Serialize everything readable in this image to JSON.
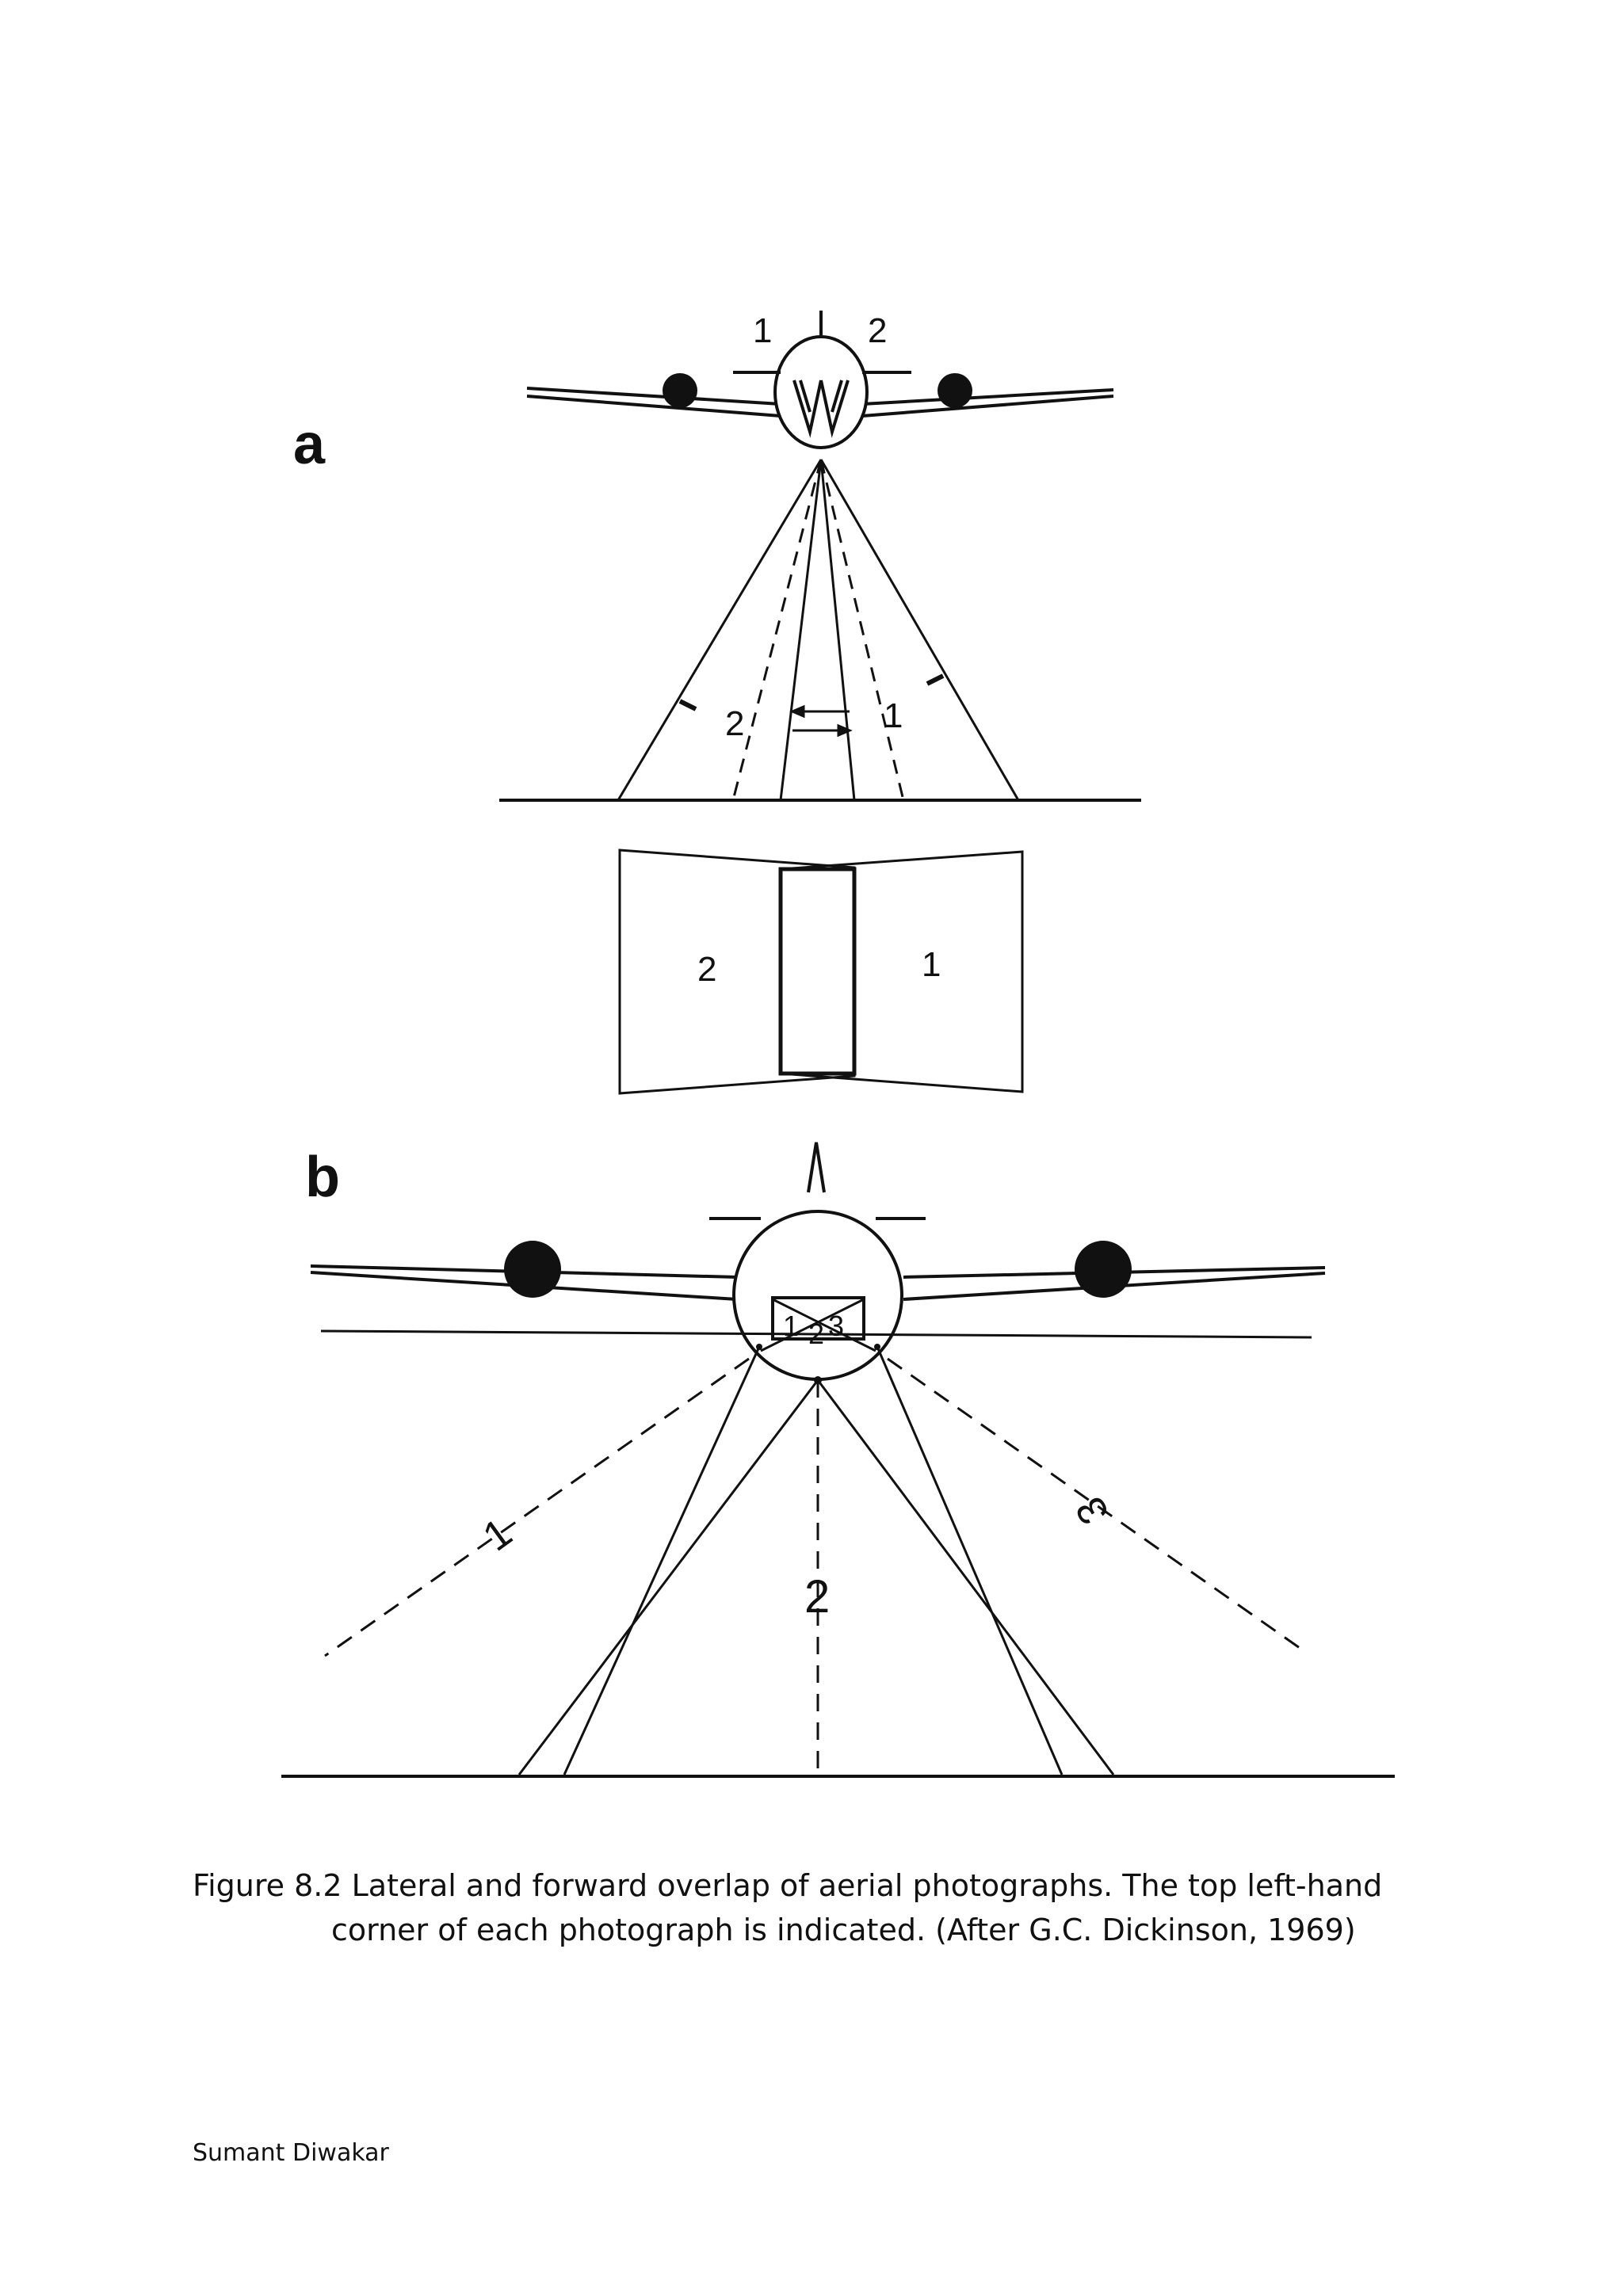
{
  "figure": {
    "panel_a_label": "a",
    "panel_b_label": "b",
    "panel_a_labels": {
      "camera_1": "1",
      "camera_2": "2",
      "ray_2": "2",
      "ray_1": "1",
      "photo_2": "2",
      "photo_1": "1"
    },
    "panel_b_labels": {
      "lens_1": "1",
      "lens_2": "2",
      "lens_3": "3",
      "ray_1": "1",
      "ray_2": "2",
      "ray_3": "3"
    }
  },
  "caption": {
    "line1": "Figure 8.2  Lateral and forward overlap of aerial photographs. The top left-hand",
    "line2": "corner of each photograph is indicated. (After G.C. Dickinson, 1969)"
  },
  "author": "Sumant Diwakar"
}
